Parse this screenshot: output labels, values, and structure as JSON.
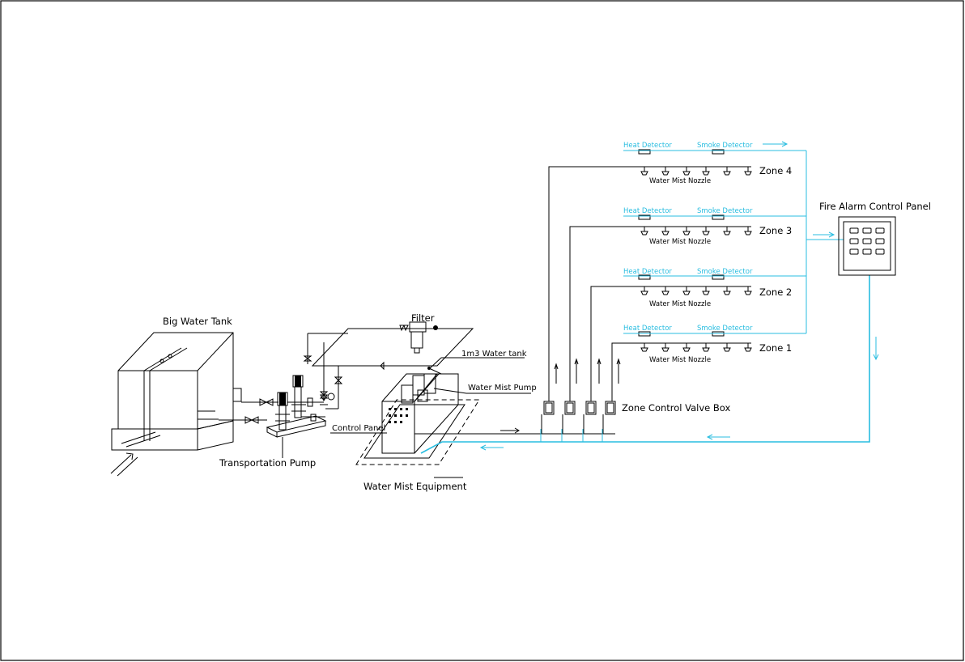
{
  "labels": {
    "big_water_tank": "Big Water Tank",
    "transportation_pump": "Transportation Pump",
    "filter": "Filter",
    "water_tank_1m3": "1m3 Water tank",
    "water_mist_pump": "Water Mist Pump",
    "control_panel": "Control Panel",
    "water_mist_equipment": "Water Mist Equipment",
    "zone_control_valve_box": "Zone Control Valve Box",
    "fire_alarm_control_panel": "Fire Alarm Control Panel"
  },
  "zones": [
    {
      "name": "Zone 4",
      "heat_detector": "Heat Detector",
      "smoke_detector": "Smoke Detector",
      "nozzle_label": "Water Mist Nozzle"
    },
    {
      "name": "Zone 3",
      "heat_detector": "Heat Detector",
      "smoke_detector": "Smoke Detector",
      "nozzle_label": "Water Mist Nozzle"
    },
    {
      "name": "Zone 2",
      "heat_detector": "Heat Detector",
      "smoke_detector": "Smoke Detector",
      "nozzle_label": "Water Mist Nozzle"
    },
    {
      "name": "Zone 1",
      "heat_detector": "Heat Detector",
      "smoke_detector": "Smoke Detector",
      "nozzle_label": "Water Mist Nozzle"
    }
  ],
  "colors": {
    "signal_line": "#29bde0",
    "pipe_line": "#000000",
    "background": "#ffffff"
  }
}
